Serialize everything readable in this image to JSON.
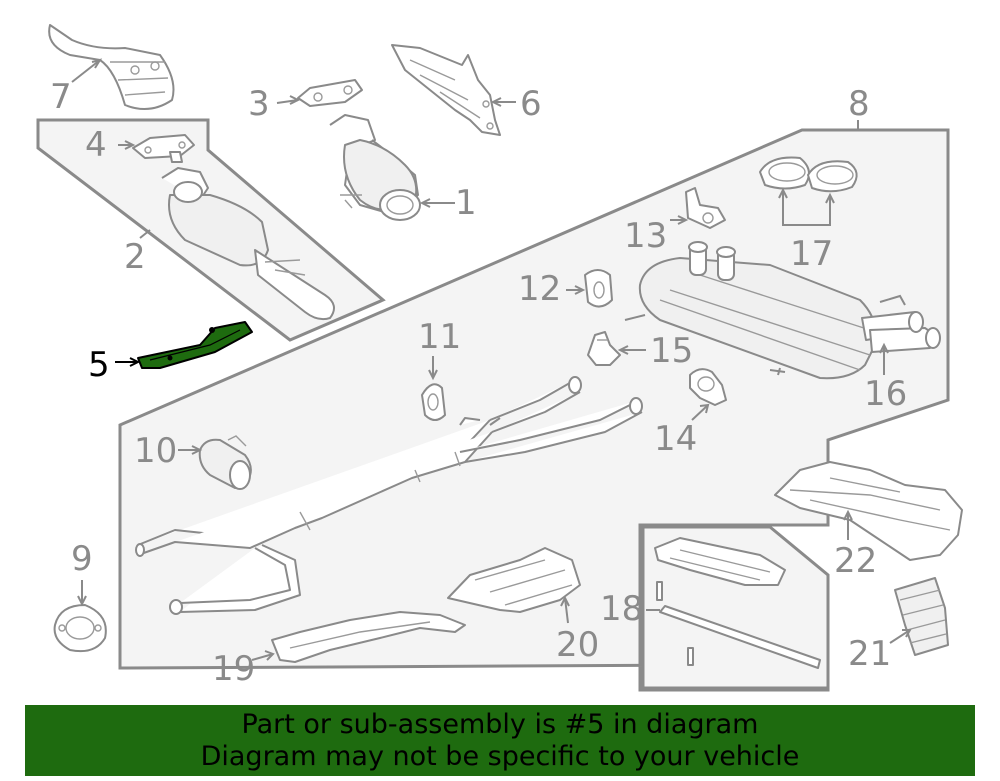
{
  "diagram": {
    "labels": {
      "p1": "1",
      "p2": "2",
      "p3": "3",
      "p4": "4",
      "p5": "5",
      "p6": "6",
      "p7": "7",
      "p8": "8",
      "p9": "9",
      "p10": "10",
      "p11": "11",
      "p12": "12",
      "p13": "13",
      "p14": "14",
      "p15": "15",
      "p16": "16",
      "p17": "17",
      "p18": "18",
      "p19": "19",
      "p20": "20",
      "p21": "21",
      "p22": "22"
    },
    "highlighted_part": "5"
  },
  "banner": {
    "line1": "Part or sub-assembly is #5 in diagram",
    "line2": "Diagram may not be specific to your vehicle",
    "background": "#1e6b0f"
  },
  "colors": {
    "line_art": "#8a8a8a",
    "highlight": "#000000",
    "highlight_fill": "#1e6b0f"
  }
}
